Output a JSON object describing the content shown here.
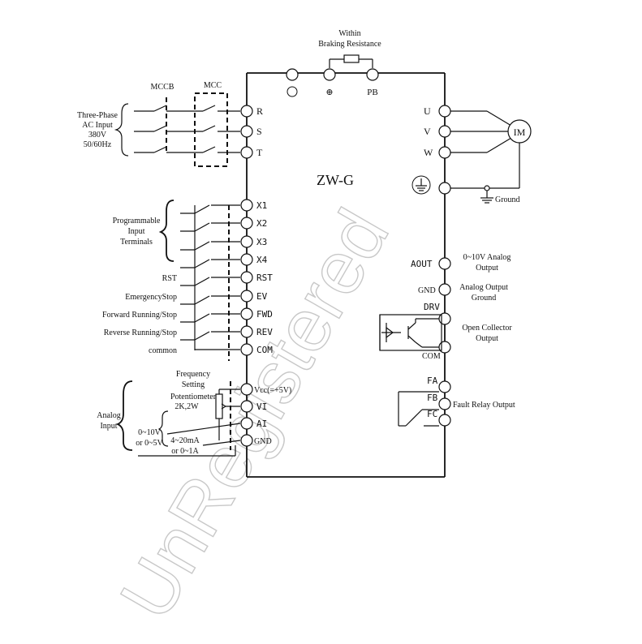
{
  "title": "ZW-G",
  "braking": {
    "line1": "Within",
    "line2": "Braking Resistance"
  },
  "top_terminals": {
    "minus": "",
    "plus": "⊕",
    "pb": "PB"
  },
  "power_input": {
    "mccb": "MCCB",
    "mcc": "MCC",
    "desc": [
      "Three-Phase",
      "AC Input",
      "380V",
      "50/60Hz"
    ],
    "terminals": [
      "R",
      "S",
      "T"
    ]
  },
  "output": {
    "terminals": [
      "U",
      "V",
      "W"
    ],
    "motor": "IM",
    "ground": "Ground"
  },
  "inputs": {
    "group_label": [
      "Programmable",
      "Input",
      "Terminals"
    ],
    "rows": [
      {
        "name": "",
        "terminal": "X1"
      },
      {
        "name": "",
        "terminal": "X2"
      },
      {
        "name": "",
        "terminal": "X3"
      },
      {
        "name": "",
        "terminal": "X4"
      },
      {
        "name": "RST",
        "terminal": "RST"
      },
      {
        "name": "EmergencyStop",
        "terminal": "EV"
      },
      {
        "name": "Forward Running/Stop",
        "terminal": "FWD"
      },
      {
        "name": "Reverse Running/Stop",
        "terminal": "REV"
      },
      {
        "name": "common",
        "terminal": "COM"
      }
    ]
  },
  "analog": {
    "freq_label": [
      "Frequency",
      "Setting",
      "Potentiometer",
      "2K,2W"
    ],
    "group_label": [
      "Analog",
      "Input"
    ],
    "voltage_label": [
      "0~10V",
      "or 0~5V"
    ],
    "current_label": [
      "4~20mA",
      "or 0~1A"
    ],
    "terminals": [
      "Vcc(=+5V)",
      "VI",
      "AI",
      "GND"
    ]
  },
  "right_outputs": {
    "aout": "AOUT",
    "aout_desc": [
      "0~10V Analog",
      "Output"
    ],
    "gnd": "GND",
    "gnd_desc": [
      "Analog Output",
      "Ground"
    ],
    "drv": "DRV",
    "drv_desc": [
      "Open Collector",
      "Output"
    ],
    "com": "COM",
    "relay_terminals": [
      "FA",
      "FB",
      "FC"
    ],
    "relay_desc": "Fault Relay Output"
  },
  "watermark": "UnRegistered"
}
